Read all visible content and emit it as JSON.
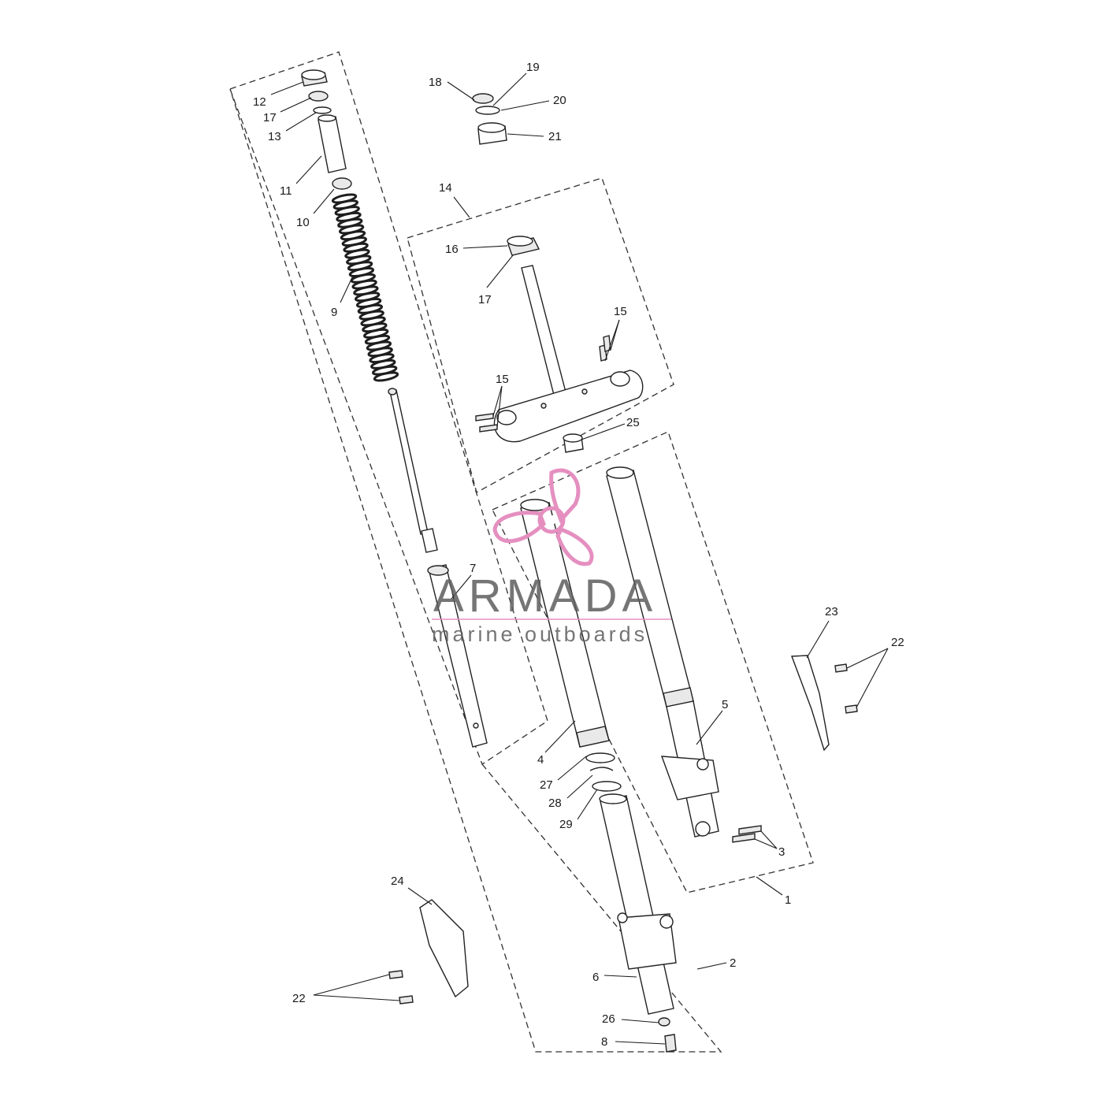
{
  "watermark": {
    "title": "ARMADA",
    "subtitle": "marine outboards",
    "accent_color": "#e58fc0",
    "icon": "propeller-logo-icon"
  },
  "callouts": [
    {
      "id": "c1",
      "label": "1"
    },
    {
      "id": "c2",
      "label": "2"
    },
    {
      "id": "c3",
      "label": "3"
    },
    {
      "id": "c4",
      "label": "4"
    },
    {
      "id": "c5",
      "label": "5"
    },
    {
      "id": "c6",
      "label": "6"
    },
    {
      "id": "c7",
      "label": "7"
    },
    {
      "id": "c8",
      "label": "8"
    },
    {
      "id": "c9",
      "label": "9"
    },
    {
      "id": "c10",
      "label": "10"
    },
    {
      "id": "c11",
      "label": "11"
    },
    {
      "id": "c12",
      "label": "12"
    },
    {
      "id": "c13",
      "label": "13"
    },
    {
      "id": "c14",
      "label": "14"
    },
    {
      "id": "c15a",
      "label": "15"
    },
    {
      "id": "c15b",
      "label": "15"
    },
    {
      "id": "c16",
      "label": "16"
    },
    {
      "id": "c17a",
      "label": "17"
    },
    {
      "id": "c17b",
      "label": "17"
    },
    {
      "id": "c18",
      "label": "18"
    },
    {
      "id": "c19",
      "label": "19"
    },
    {
      "id": "c20",
      "label": "20"
    },
    {
      "id": "c21",
      "label": "21"
    },
    {
      "id": "c22a",
      "label": "22"
    },
    {
      "id": "c22b",
      "label": "22"
    },
    {
      "id": "c23",
      "label": "23"
    },
    {
      "id": "c24",
      "label": "24"
    },
    {
      "id": "c25",
      "label": "25"
    },
    {
      "id": "c26",
      "label": "26"
    },
    {
      "id": "c27",
      "label": "27"
    },
    {
      "id": "c28",
      "label": "28"
    },
    {
      "id": "c29",
      "label": "29"
    }
  ]
}
